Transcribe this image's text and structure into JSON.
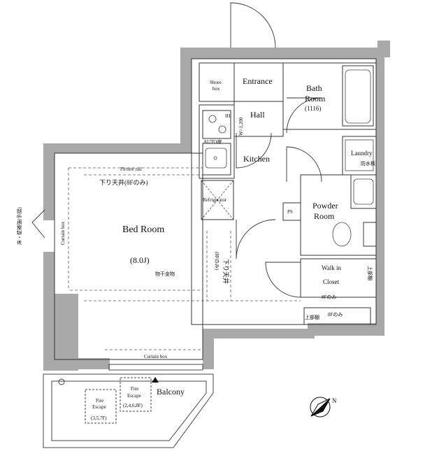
{
  "rooms": {
    "entrance": "Entrance",
    "shoes_box": [
      "Shoes",
      "box"
    ],
    "hall": "Hall",
    "bath": [
      "Bath",
      "Room",
      "(1116)"
    ],
    "kitchen": "Kitchen",
    "laundry": "Laundry",
    "laundry_sub": "防水板",
    "refrigerator": "Refrigerator",
    "ps": "PS",
    "powder": [
      "Powder",
      "Room"
    ],
    "bedroom": "Bed Room",
    "bedroom_size": "(8.0J)",
    "walkin": [
      "Walk in",
      "Closet"
    ],
    "balcony": "Balcony"
  },
  "notes": {
    "picture_rail": "Picture rail",
    "ceiling_8f": "下り天井(8Fのみ)",
    "ceiling_vertical": "下り天井",
    "ceiling_vertical_sub": "(8Fのみ)",
    "drying_rack": "物干金物",
    "curtain_box_left": "Curtain box",
    "curtain_box_bottom": "Curtain box",
    "wall_left": "床・壁補強(手摺)",
    "w1200": "W=1,200",
    "ih": "IH",
    "kitchen_tag": "AUTO扉",
    "upper_shelf": "上部棚",
    "upper_shelf2": "上部棚",
    "f8_only_a": "8Fのみ",
    "f8_only_b": "8Fのみ",
    "fire_escape_left": [
      "Fire",
      "Escape",
      "(3,5,7F)"
    ],
    "fire_escape_right": [
      "Fire",
      "Escape",
      "(2,4,6,8F)"
    ],
    "north": "N"
  },
  "colors": {
    "wall": "#a9a9a9",
    "line": "#333333",
    "dashed": "#555555"
  }
}
